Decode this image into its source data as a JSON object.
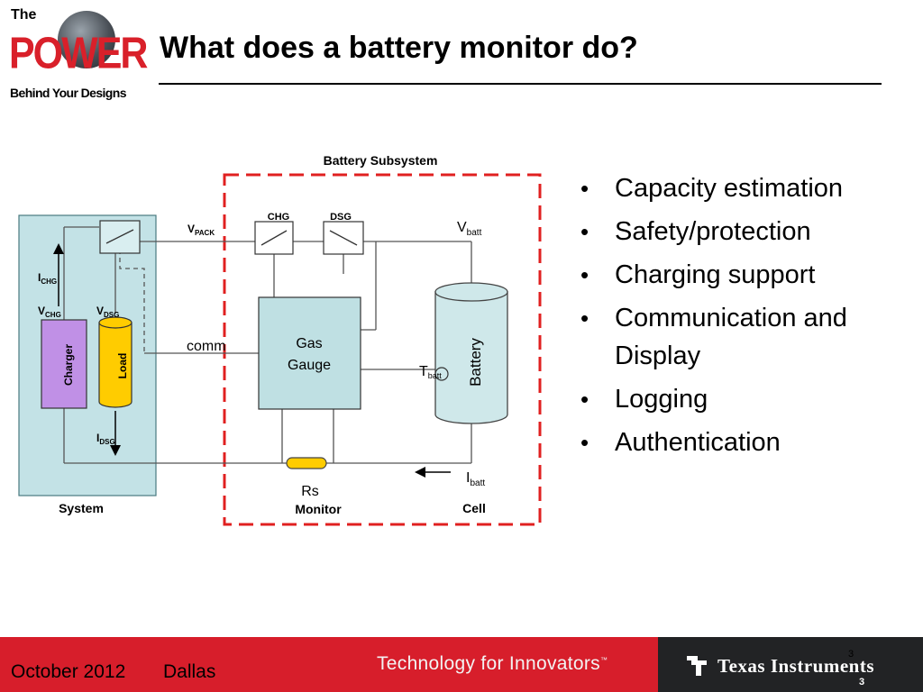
{
  "logo": {
    "the": "The",
    "power": "POWER",
    "behind": "Behind Your Designs"
  },
  "slide": {
    "title": "What does a battery monitor do?"
  },
  "diagram": {
    "subsystem_label": "Battery Subsystem",
    "system_label": "System",
    "monitor_label": "Monitor",
    "cell_label": "Cell",
    "chg_switch_label": "CHG",
    "dsg_switch_label": "DSG",
    "vpack": {
      "main": "V",
      "sub": "PACK"
    },
    "vbatt": {
      "main": "V",
      "sub": "batt"
    },
    "tbatt": {
      "main": "T",
      "sub": "batt"
    },
    "ibatt": {
      "main": "I",
      "sub": "batt"
    },
    "ichg": {
      "main": "I",
      "sub": "CHG"
    },
    "vchg": {
      "main": "V",
      "sub": "CHG"
    },
    "vdsg": {
      "main": "V",
      "sub": "DSG"
    },
    "idsg": {
      "main": "I",
      "sub": "DSG"
    },
    "comm_label": "comm",
    "gauge_line1": "Gas",
    "gauge_line2": "Gauge",
    "battery_label": "Battery",
    "charger_label": "Charger",
    "load_label": "Load",
    "rs_label": "Rs",
    "colors": {
      "system_fill": "#c3e2e6",
      "gauge_fill": "#bfe0e3",
      "battery_fill": "#cfe8ea",
      "charger_fill": "#c090e6",
      "load_fill": "#ffcc00",
      "resistor_fill": "#ffcc00",
      "subsystem_border": "#e02020"
    }
  },
  "bullets": [
    "Capacity estimation",
    "Safety/protection",
    "Charging support",
    "Communication and Display",
    "Logging",
    "Authentication"
  ],
  "footer": {
    "date": "October 2012",
    "location": "Dallas",
    "tagline": "Technology for Innovators",
    "tm": "™",
    "company": "Texas Instruments",
    "page_number": "3",
    "page_number_shadow": "3"
  }
}
